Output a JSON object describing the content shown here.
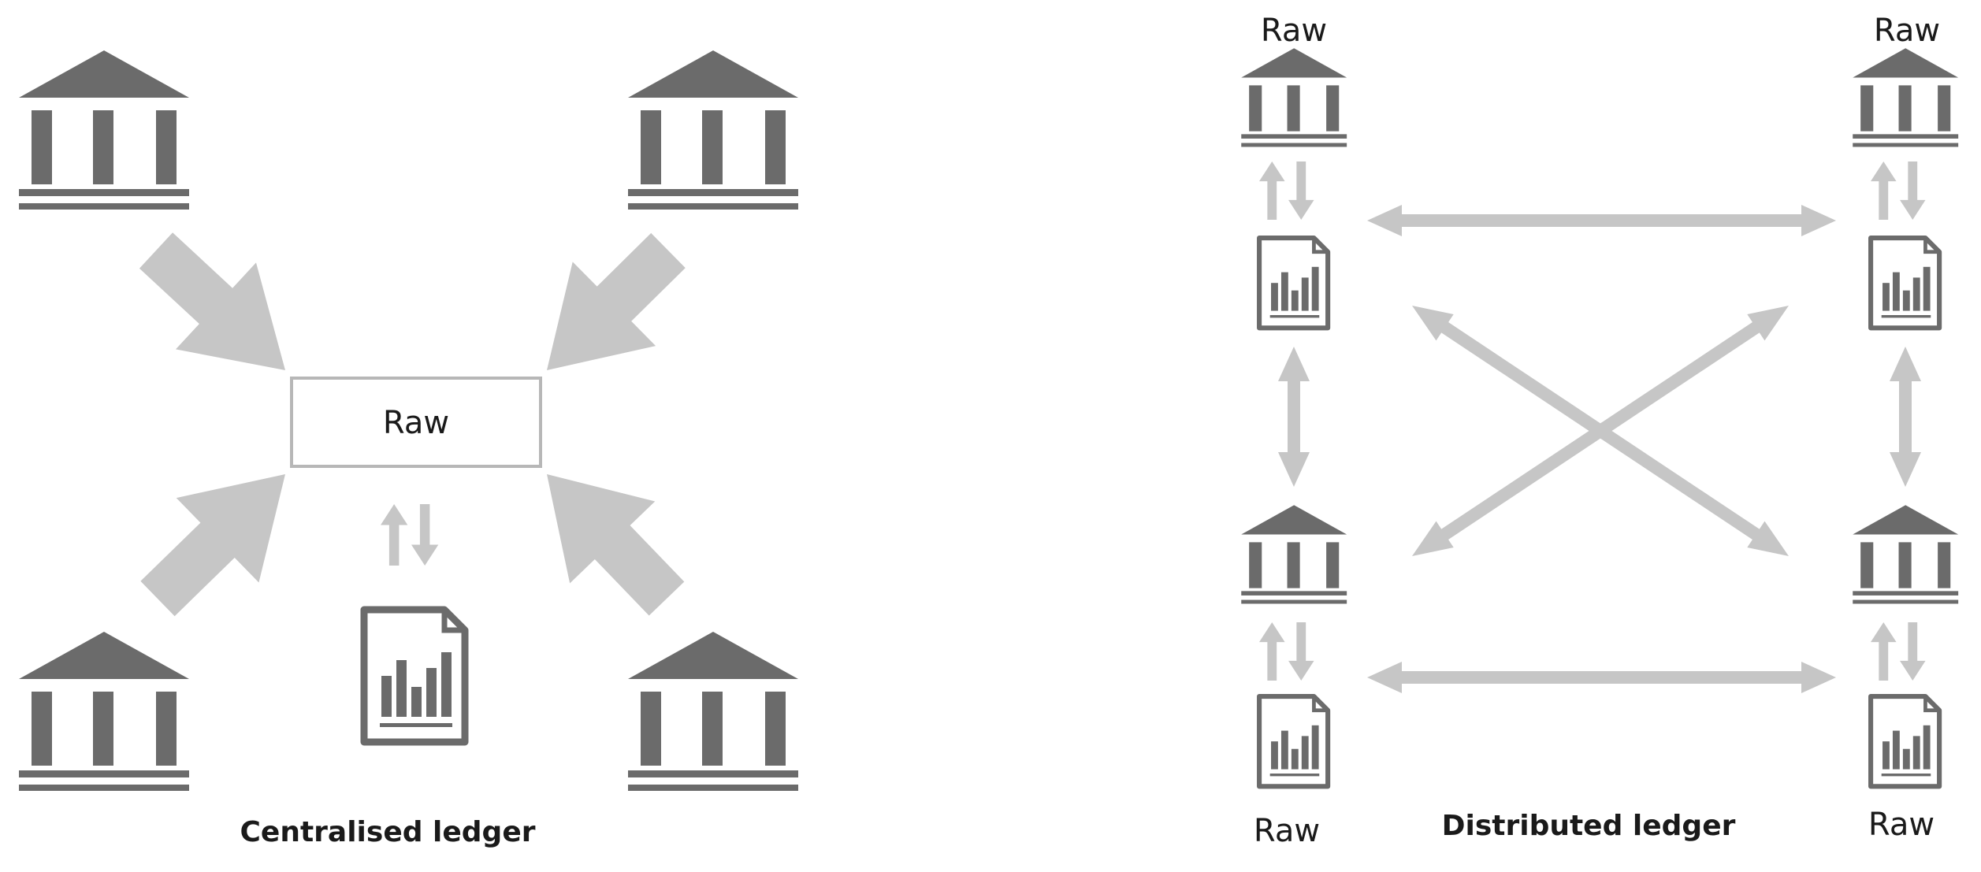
{
  "colors": {
    "icon": "#6b6b6b",
    "arrow": "#c6c6c6",
    "box_border": "#b7b7b7",
    "text": "#1a1a1a",
    "background": "#ffffff"
  },
  "icons": {
    "bank": "bank-icon",
    "ledger_document": "ledger-document-icon",
    "sync": "sync-arrows-icon"
  },
  "centralised": {
    "box_label": "Raw",
    "caption": "Centralised ledger"
  },
  "distributed": {
    "labels": {
      "top_left": "Raw",
      "top_right": "Raw",
      "bottom_left": "Raw",
      "bottom_right": "Raw"
    },
    "caption": "Distributed ledger"
  }
}
